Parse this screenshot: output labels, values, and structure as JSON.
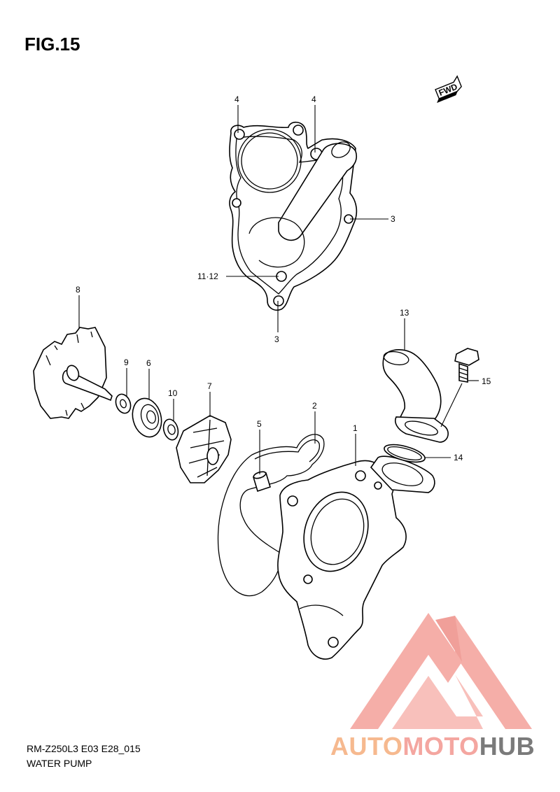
{
  "figure": {
    "title": "FIG.15"
  },
  "footer": {
    "model_code": "RM-Z250L3 E03 E28_015",
    "section_name": "WATER PUMP"
  },
  "direction_badge": {
    "label": "FWD"
  },
  "callouts": {
    "c4a": "4",
    "c4b": "4",
    "c3a": "3",
    "c3b": "3",
    "c1112": "11·12",
    "c8": "8",
    "c9": "9",
    "c6": "6",
    "c10": "10",
    "c7": "7",
    "c5": "5",
    "c2": "2",
    "c1": "1",
    "c13": "13",
    "c15": "15",
    "c14": "14"
  },
  "watermark": {
    "text_part1": "AUTO",
    "text_part2": "MOTO",
    "text_part3": "HUB",
    "colors": {
      "auto": "#f6b98f",
      "moto": "#f4a6a0",
      "hub": "#7a7a7a",
      "logo": "#f4a09a"
    }
  }
}
